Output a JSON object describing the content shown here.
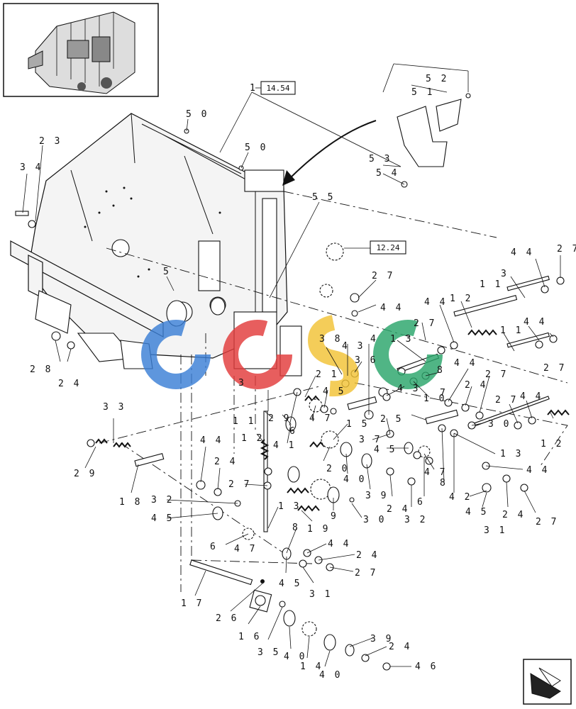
{
  "callouts": [
    {
      "id": "c1",
      "label": "1"
    },
    {
      "id": "c50a",
      "label": "5 0"
    },
    {
      "id": "c50b",
      "label": "5 0"
    },
    {
      "id": "c52",
      "label": "5 2"
    },
    {
      "id": "c51",
      "label": "5 1"
    },
    {
      "id": "c53",
      "label": "5 3"
    },
    {
      "id": "c54",
      "label": "5 4"
    },
    {
      "id": "c55",
      "label": "5 5"
    },
    {
      "id": "c23",
      "label": "2 3"
    },
    {
      "id": "c34",
      "label": "3 4"
    },
    {
      "id": "c5",
      "label": "5"
    },
    {
      "id": "c28",
      "label": "2 8"
    },
    {
      "id": "c24a",
      "label": "2 4"
    },
    {
      "id": "c27a",
      "label": "2 7"
    },
    {
      "id": "c44a",
      "label": "4 4"
    },
    {
      "id": "c44b",
      "label": "4 4"
    },
    {
      "id": "c27b",
      "label": "2 7"
    },
    {
      "id": "c3a",
      "label": "3"
    },
    {
      "id": "c11a",
      "label": "1 1"
    },
    {
      "id": "c12a",
      "label": "1 2"
    },
    {
      "id": "c44c",
      "label": "4 4"
    },
    {
      "id": "c27c",
      "label": "2 7"
    },
    {
      "id": "c11b",
      "label": "1 1"
    },
    {
      "id": "c44d",
      "label": "4 4"
    },
    {
      "id": "c27d",
      "label": "2 7"
    },
    {
      "id": "c38",
      "label": "3 8"
    },
    {
      "id": "c43a",
      "label": "4 3"
    },
    {
      "id": "c4",
      "label": "4"
    },
    {
      "id": "c13a",
      "label": "1 3"
    },
    {
      "id": "c36",
      "label": "3 6"
    },
    {
      "id": "c8a",
      "label": "8"
    },
    {
      "id": "c44e",
      "label": "4 4"
    },
    {
      "id": "c24b",
      "label": "2 4"
    },
    {
      "id": "c27e",
      "label": "2 7"
    },
    {
      "id": "c43b",
      "label": "4 3"
    },
    {
      "id": "c10",
      "label": "1 0"
    },
    {
      "id": "c27f",
      "label": "2 7"
    },
    {
      "id": "c44f",
      "label": "4 4"
    },
    {
      "id": "c12b",
      "label": "1 2"
    },
    {
      "id": "c21",
      "label": "2 1"
    },
    {
      "id": "c45a",
      "label": "4 5"
    },
    {
      "id": "c3b",
      "label": "3"
    },
    {
      "id": "c11c",
      "label": "1 1"
    },
    {
      "id": "c29a",
      "label": "2 9"
    },
    {
      "id": "c47a",
      "label": "4 7"
    },
    {
      "id": "c6a",
      "label": "6"
    },
    {
      "id": "c25",
      "label": "2 5"
    },
    {
      "id": "c7",
      "label": "7"
    },
    {
      "id": "c15",
      "label": "1 5"
    },
    {
      "id": "c37",
      "label": "3 7"
    },
    {
      "id": "c30a",
      "label": "3 0"
    },
    {
      "id": "c41",
      "label": "4 1"
    },
    {
      "id": "c12c",
      "label": "1 2"
    },
    {
      "id": "c45b",
      "label": "4 5"
    },
    {
      "id": "c13b",
      "label": "1 3"
    },
    {
      "id": "c33",
      "label": "3 3"
    },
    {
      "id": "c29b",
      "label": "2 9"
    },
    {
      "id": "c44g",
      "label": "4 4"
    },
    {
      "id": "c24c",
      "label": "2 4"
    },
    {
      "id": "c20",
      "label": "2 0"
    },
    {
      "id": "c40a",
      "label": "4 0"
    },
    {
      "id": "c47b",
      "label": "4 7"
    },
    {
      "id": "c8b",
      "label": "8"
    },
    {
      "id": "c42",
      "label": "4 2"
    },
    {
      "id": "c44h",
      "label": "4 4"
    },
    {
      "id": "c18",
      "label": "1 8"
    },
    {
      "id": "c27g",
      "label": "2 7"
    },
    {
      "id": "c39a",
      "label": "3 9"
    },
    {
      "id": "c24d",
      "label": "2 4"
    },
    {
      "id": "c6b",
      "label": "6"
    },
    {
      "id": "c45c",
      "label": "4 5"
    },
    {
      "id": "c24e",
      "label": "2 4"
    },
    {
      "id": "c27h",
      "label": "2 7"
    },
    {
      "id": "c32a",
      "label": "3 2"
    },
    {
      "id": "c45d",
      "label": "4 5"
    },
    {
      "id": "c9",
      "label": "9"
    },
    {
      "id": "c13c",
      "label": "1 3"
    },
    {
      "id": "c32b",
      "label": "3 2"
    },
    {
      "id": "c19",
      "label": "1 9"
    },
    {
      "id": "c30b",
      "label": "3 0"
    },
    {
      "id": "c31a",
      "label": "3 1"
    },
    {
      "id": "c8c",
      "label": "8"
    },
    {
      "id": "c44i",
      "label": "4 4"
    },
    {
      "id": "c6c",
      "label": "6"
    },
    {
      "id": "c47c",
      "label": "4 7"
    },
    {
      "id": "c24f",
      "label": "2 4"
    },
    {
      "id": "c27i",
      "label": "2 7"
    },
    {
      "id": "c45e",
      "label": "4 5"
    },
    {
      "id": "c31b",
      "label": "3 1"
    },
    {
      "id": "c17",
      "label": "1 7"
    },
    {
      "id": "c26",
      "label": "2 6"
    },
    {
      "id": "c16",
      "label": "1 6"
    },
    {
      "id": "c35",
      "label": "3 5"
    },
    {
      "id": "c40b",
      "label": "4 0"
    },
    {
      "id": "c14",
      "label": "1 4"
    },
    {
      "id": "c40c",
      "label": "4 0"
    },
    {
      "id": "c39b",
      "label": "3 9"
    },
    {
      "id": "c24g",
      "label": "2 4"
    },
    {
      "id": "c46",
      "label": "4 6"
    }
  ],
  "references": [
    {
      "id": "ref1",
      "label": "14.54"
    },
    {
      "id": "ref2",
      "label": "12.24"
    }
  ],
  "watermark": {
    "text": "CGSC",
    "colors": [
      "#3b7fd6",
      "#e23b3b",
      "#f2c234",
      "#2aa56a"
    ]
  },
  "icons": {
    "thumbnail": "baler-overview-thumbnail",
    "nav": "next-page-arrow-icon"
  }
}
